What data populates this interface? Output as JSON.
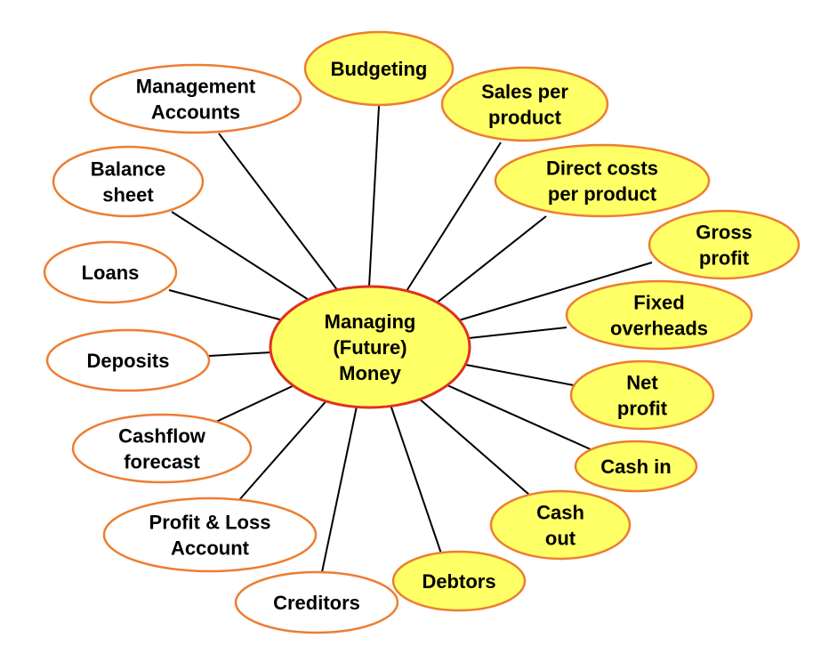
{
  "diagram": {
    "colors": {
      "yellow_fill": "#ffff66",
      "white_fill": "#ffffff",
      "node_border": "#ed7d31",
      "center_border": "#e0301e",
      "connector": "#000000"
    },
    "center": {
      "id": "center",
      "lines": [
        "Managing",
        "(Future)",
        "Money"
      ],
      "style": "center"
    },
    "nodes": [
      {
        "id": "budgeting",
        "lines": [
          "Budgeting"
        ],
        "style": "yellow"
      },
      {
        "id": "sales-per-product",
        "lines": [
          "Sales per",
          "product"
        ],
        "style": "yellow"
      },
      {
        "id": "direct-costs",
        "lines": [
          "Direct costs",
          "per product"
        ],
        "style": "yellow"
      },
      {
        "id": "gross-profit",
        "lines": [
          "Gross",
          "profit"
        ],
        "style": "yellow"
      },
      {
        "id": "fixed-overheads",
        "lines": [
          "Fixed",
          "overheads"
        ],
        "style": "yellow"
      },
      {
        "id": "net-profit",
        "lines": [
          "Net",
          "profit"
        ],
        "style": "yellow"
      },
      {
        "id": "cash-in",
        "lines": [
          "Cash in"
        ],
        "style": "yellow"
      },
      {
        "id": "cash-out",
        "lines": [
          "Cash",
          "out"
        ],
        "style": "yellow"
      },
      {
        "id": "debtors",
        "lines": [
          "Debtors"
        ],
        "style": "yellow"
      },
      {
        "id": "creditors",
        "lines": [
          "Creditors"
        ],
        "style": "white"
      },
      {
        "id": "profit-loss",
        "lines": [
          "Profit & Loss",
          "Account"
        ],
        "style": "white"
      },
      {
        "id": "cashflow-forecast",
        "lines": [
          "Cashflow",
          "forecast"
        ],
        "style": "white"
      },
      {
        "id": "deposits",
        "lines": [
          "Deposits"
        ],
        "style": "white"
      },
      {
        "id": "loans",
        "lines": [
          "Loans"
        ],
        "style": "white"
      },
      {
        "id": "balance-sheet",
        "lines": [
          "Balance",
          "sheet"
        ],
        "style": "white"
      },
      {
        "id": "management-accounts",
        "lines": [
          "Management",
          "Accounts"
        ],
        "style": "white"
      }
    ]
  }
}
